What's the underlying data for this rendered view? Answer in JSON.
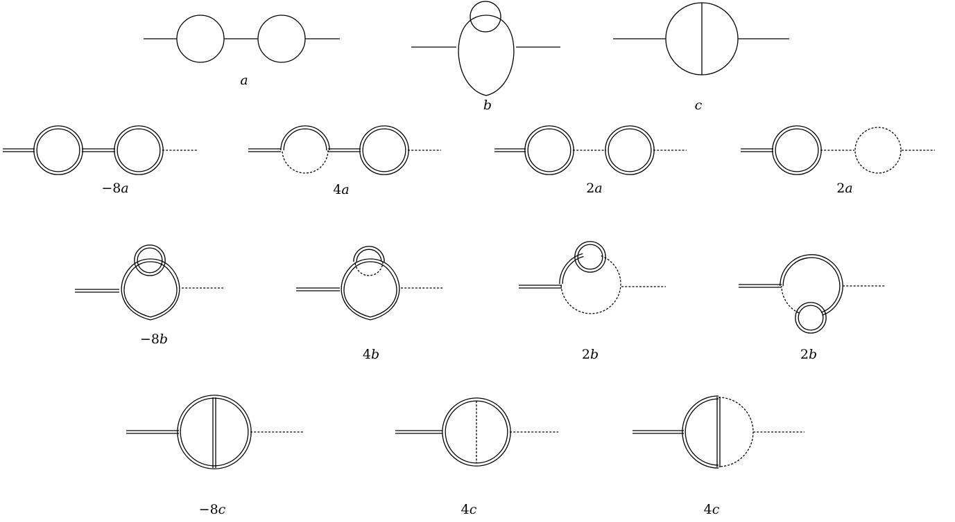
{
  "colors": {
    "line": "#000000",
    "background": "#ffffff"
  },
  "top_row": [
    {
      "id": "a",
      "label": "a"
    },
    {
      "id": "b",
      "label": "b"
    },
    {
      "id": "c",
      "label": "c"
    }
  ],
  "row_a": [
    {
      "coef": "−8",
      "letter": "a"
    },
    {
      "coef": "4",
      "letter": "a"
    },
    {
      "coef": "2",
      "letter": "a"
    },
    {
      "coef": "2",
      "letter": "a"
    }
  ],
  "row_b": [
    {
      "coef": "−8",
      "letter": "b"
    },
    {
      "coef": "4",
      "letter": "b"
    },
    {
      "coef": "2",
      "letter": "b"
    },
    {
      "coef": "2",
      "letter": "b"
    }
  ],
  "row_c": [
    {
      "coef": "−8",
      "letter": "c"
    },
    {
      "coef": "4",
      "letter": "c"
    },
    {
      "coef": "4",
      "letter": "c"
    }
  ]
}
